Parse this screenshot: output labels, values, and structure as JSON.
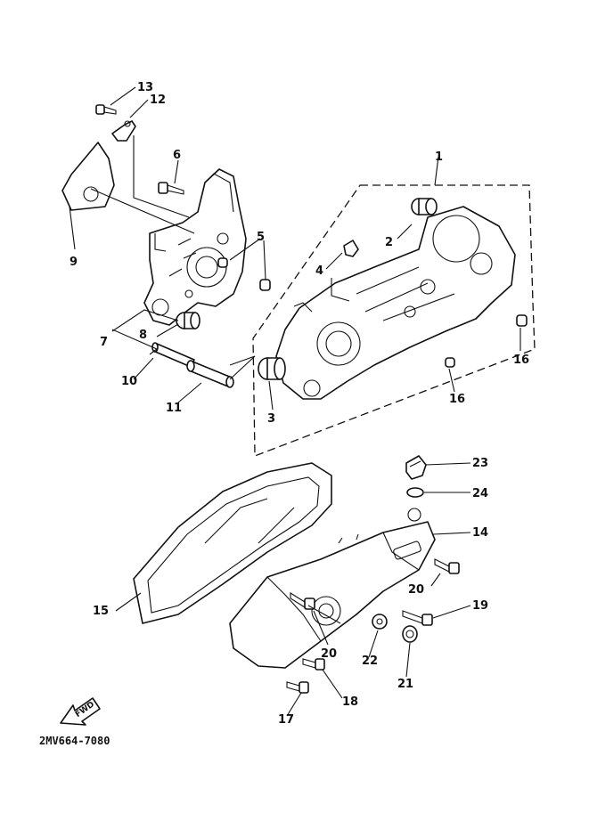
{
  "diagram": {
    "drawing_code": "2MV664-7080",
    "fwd_label": "FWD",
    "callouts": {
      "c1": "1",
      "c2": "2",
      "c3": "3",
      "c4": "4",
      "c5": "5",
      "c6": "6",
      "c7": "7",
      "c8": "8",
      "c9": "9",
      "c10": "10",
      "c11": "11",
      "c12": "12",
      "c13": "13",
      "c14": "14",
      "c15": "15",
      "c16a": "16",
      "c16b": "16",
      "c17": "17",
      "c18": "18",
      "c19": "19",
      "c20a": "20",
      "c20b": "20",
      "c21": "21",
      "c22": "22",
      "c23": "23",
      "c24": "24"
    }
  }
}
